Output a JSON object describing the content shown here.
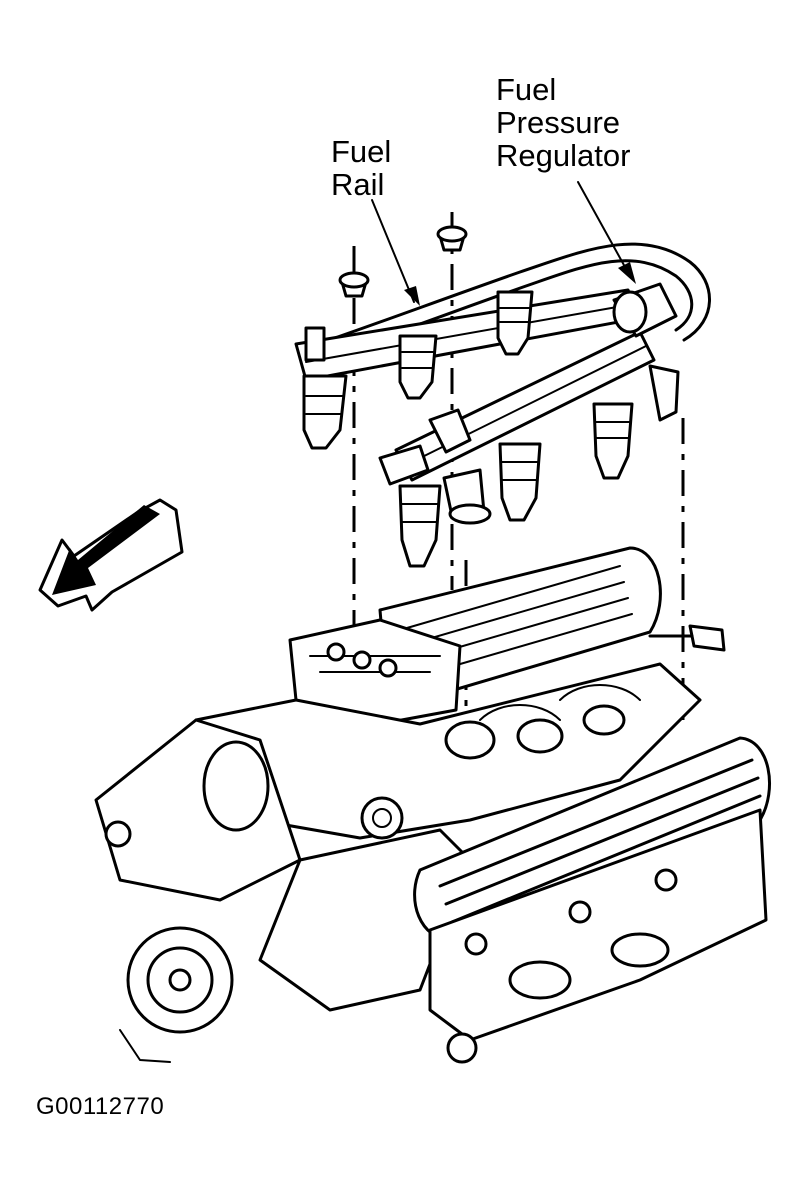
{
  "labels": {
    "fuel_rail": "Fuel\nRail",
    "fuel_pressure_regulator": "Fuel\nPressure\nRegulator"
  },
  "figure_id": "G00112770",
  "colors": {
    "ink": "#000000",
    "paper": "#ffffff"
  }
}
